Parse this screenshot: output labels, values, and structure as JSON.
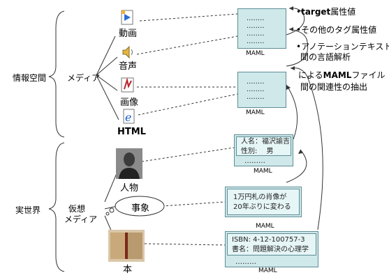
{
  "categories": {
    "info_space": "情報空間",
    "real_world": "実世界",
    "media": "メディア",
    "virtual_media_line1": "仮想",
    "virtual_media_line2": "メディア"
  },
  "media_items": {
    "video": "動画",
    "audio": "音声",
    "image": "画像",
    "html": "HTML",
    "person": "人物",
    "event": "事象",
    "book": "本"
  },
  "maml": {
    "label": "MAML",
    "dots": "........",
    "person_field1": "人名：福沢諭吉",
    "person_field2": "性別:　  男",
    "person_dots": "………",
    "event_line1": "1万円札の肖像が",
    "event_line2": "20年ぶりに変わる",
    "book_isbn": "ISBN: 4-12-100757-3",
    "book_title": "書名：問題解決の心理学",
    "book_dots": "………"
  },
  "notes": {
    "n1_bold": "target",
    "n1_rest": "属性値",
    "n1_bullet": "•",
    "n2": "•その他のタグ属性値",
    "n3_line1": "•アノテーションテキスト",
    "n3_line2": "間の言語解析",
    "n4_line1_pre": "による",
    "n4_line1_bold": "MAML",
    "n4_line1_post": "ファイル",
    "n4_line2": "間の関連性の抽出"
  },
  "colors": {
    "box_fill": "#cfe8ea",
    "box_border": "#5d8d95"
  }
}
